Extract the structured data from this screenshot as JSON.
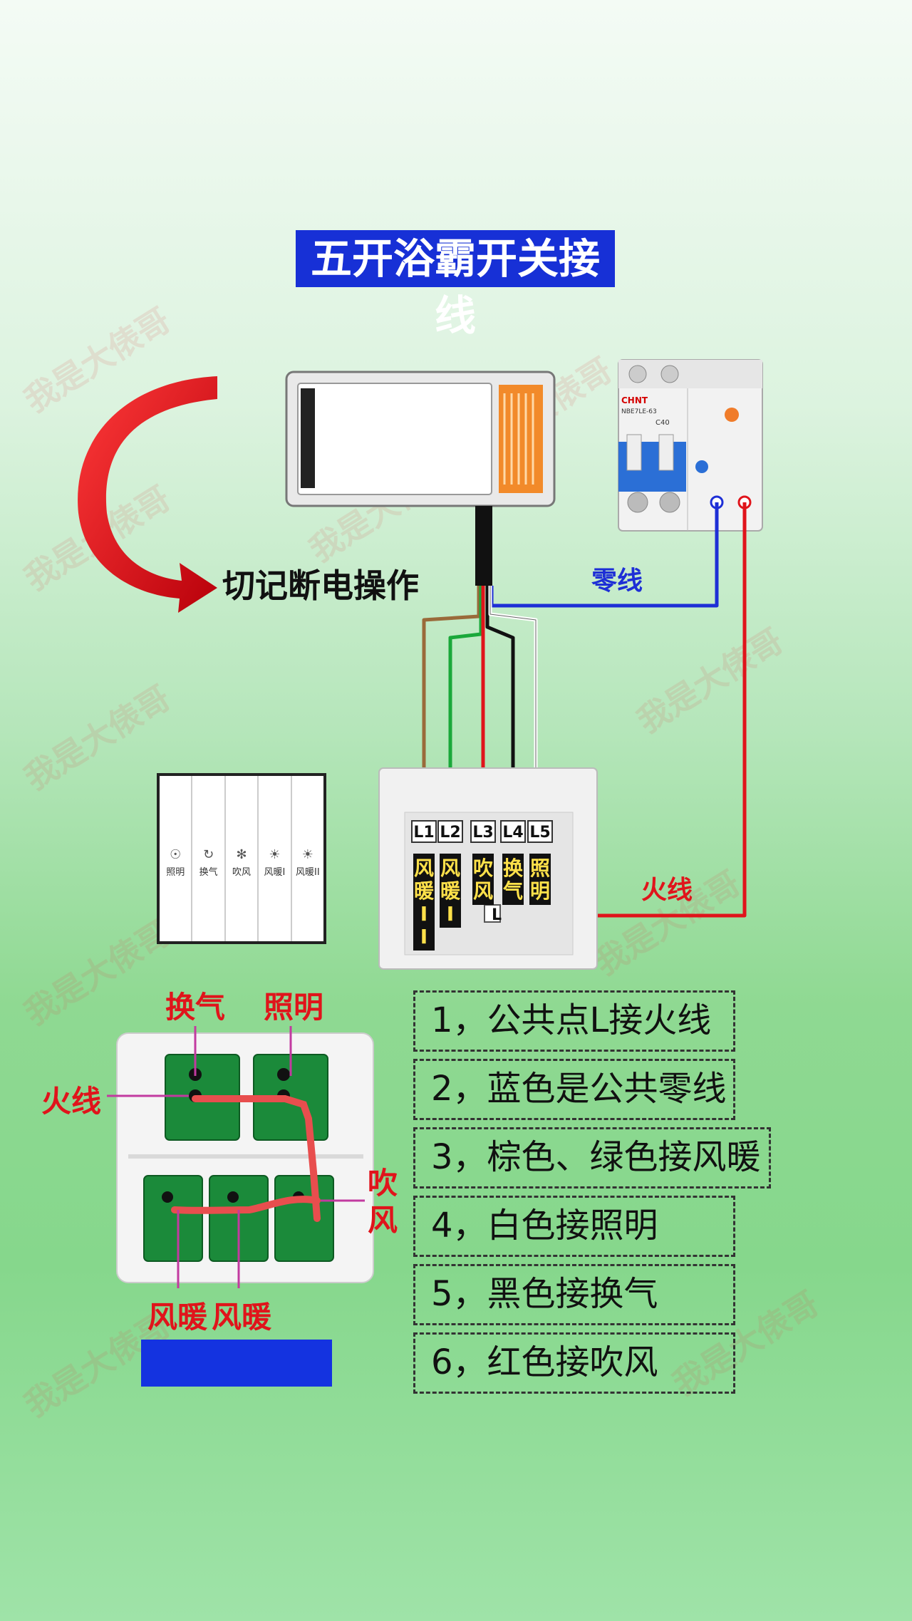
{
  "title": "五开浴霸开关接线",
  "warning": "切记断电操作",
  "wire_labels": {
    "neutral": "零线",
    "live": "火线"
  },
  "breaker": {
    "brand": "CHNT",
    "model": "NBE7LE-63",
    "rating": "C40"
  },
  "terminal_labels": [
    "L1",
    "L2",
    "L3",
    "L4",
    "L5"
  ],
  "function_tags": [
    {
      "text": "风暖II"
    },
    {
      "text": "风暖I"
    },
    {
      "text": "吹风"
    },
    {
      "text": "换气"
    },
    {
      "text": "照明"
    }
  ],
  "common_terminal": "L",
  "panel_buttons": [
    "照明",
    "换气",
    "吹风",
    "风暖I",
    "风暖II"
  ],
  "photo_labels": {
    "vent": "换气",
    "light": "照明",
    "live": "火线",
    "blow": "吹风",
    "heat_1": "风暖",
    "heat_2": "风暖"
  },
  "notes": [
    "1，公共点L接火线",
    "2，蓝色是公共零线",
    "3，棕色、绿色接风暖",
    "4，白色接照明",
    "5，黑色接换气",
    "6，红色接吹风"
  ],
  "watermark": "我是大俵哥",
  "colors": {
    "title_bg": "#1730d6",
    "neutral_wire": "#1e2fd6",
    "live_wire": "#e0141b",
    "brown_wire": "#9a6a3a",
    "green_wire": "#1aa83a",
    "black_wire": "#111111",
    "white_wire": "#e8e8e8"
  }
}
